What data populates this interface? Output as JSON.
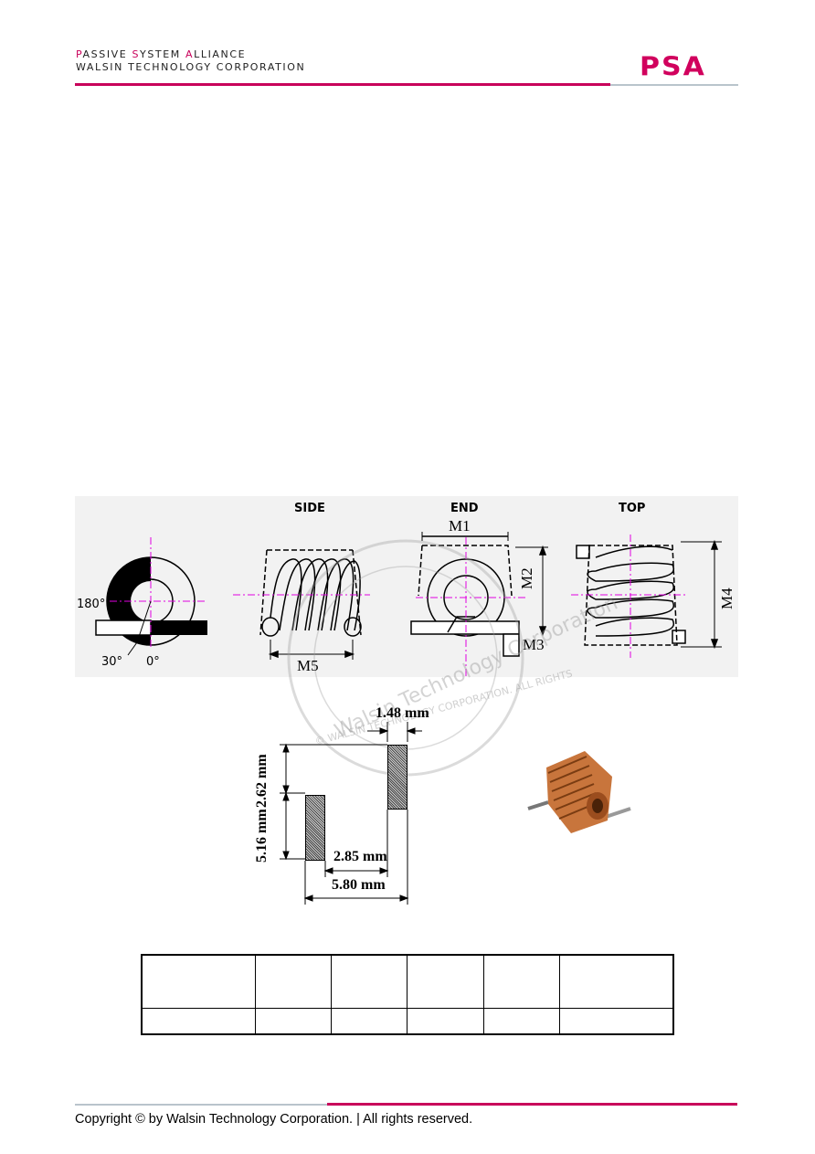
{
  "header": {
    "alliance_prefix_p": "P",
    "alliance_rest_1": "ASSIVE ",
    "alliance_s": "S",
    "alliance_rest_2": "YSTEM ",
    "alliance_a": "A",
    "alliance_rest_3": "LLIANCE",
    "company": "WALSIN TECHNOLOGY CORPORATION",
    "logo_text": "PSA"
  },
  "views": {
    "side": "SIDE",
    "end": "END",
    "top": "TOP"
  },
  "angles": [
    "180°",
    "30°",
    "0°"
  ],
  "dimension_labels": [
    "M1",
    "M2",
    "M3",
    "M4",
    "M5"
  ],
  "land_pattern": {
    "gap": "1.48 mm",
    "height_top": "2.62 mm",
    "height_bottom": "5.16 mm",
    "inner_span": "2.85 mm",
    "outer_span": "5.80 mm"
  },
  "watermark": {
    "text_outer": "Walsin Technology Corporation",
    "text_inner": "© WALSIN TECHNOLOGY CORPORATION. ALL RIGHTS"
  },
  "colors": {
    "accent": "#c8005a",
    "grey_bar": "#b9c4cc",
    "guide": "#e000e0"
  },
  "footer": {
    "copyright": "Copyright © by Walsin Technology Corporation. | All rights reserved."
  }
}
